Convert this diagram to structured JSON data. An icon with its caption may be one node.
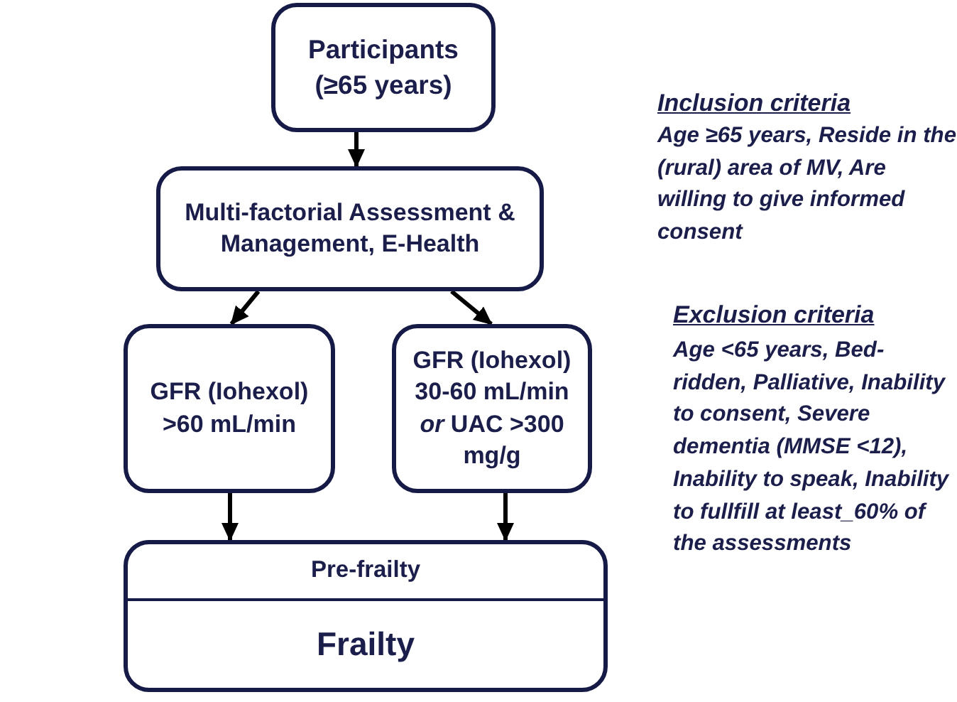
{
  "diagram": {
    "nodes": [
      {
        "text": [
          "Participants (≥65 years)"
        ]
      },
      {
        "text": [
          "Multi-factorial Assessment & Management, E-Health"
        ]
      },
      {
        "text": [
          "GFR (Iohexol) >60 mL/min"
        ]
      },
      {
        "text": [
          "GFR (Iohexol) 30-60 mL/min *or* UAC >300 mg/g"
        ]
      },
      {
        "text": [
          "Pre-frailty",
          "Frailty"
        ]
      }
    ],
    "edges": [
      {
        "from": 0,
        "to": 1,
        "arrow": "to"
      },
      {
        "from": 1,
        "to": 2,
        "arrow": "to"
      },
      {
        "from": 1,
        "to": 3,
        "arrow": "to"
      },
      {
        "from": 2,
        "to": 4,
        "arrow": "to"
      },
      {
        "from": 3,
        "to": 4,
        "arrow": "to"
      }
    ],
    "labels": [
      "Inclusion criteria",
      "Age ≥65 years, Reside in the (rural) area of MV, Are willing to give informed consent",
      "Exclusion criteria",
      "Age <65 years, Bed-ridden, Palliative, Inability to consent, Severe dementia (MMSE <12), Inability to speak, Inability to fullfill at least_60% of the assessments"
    ]
  }
}
